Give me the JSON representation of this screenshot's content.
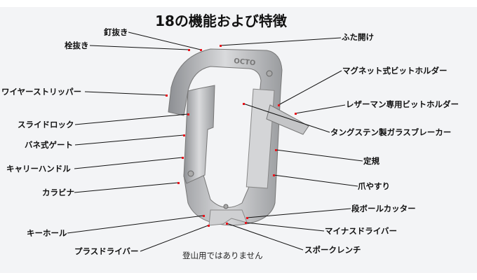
{
  "title": "18の機能および特徴",
  "note": "登山用ではありません",
  "brand": "OCTO",
  "labels": {
    "nail_puller": "釘抜き",
    "bottle_opener": "栓抜き",
    "lid_opener": "ふた開け",
    "magnetic_bit_holder": "マグネット式ビットホルダー",
    "leatherman_bit_holder": "レザーマン専用ビットホルダー",
    "glass_breaker": "タングステン製ガラスブレーカー",
    "wire_stripper": "ワイヤーストリッパー",
    "slide_lock": "スライドロック",
    "spring_gate": "バネ式ゲート",
    "carry_handle": "キャリーハンドル",
    "ruler": "定規",
    "nail_file": "爪やすり",
    "carabiner": "カラビナ",
    "box_cutter": "段ボールカッター",
    "key_hole": "キーホール",
    "flat_screwdriver": "マイナスドライバー",
    "phillips_screwdriver": "プラスドライバー",
    "spoke_wrench": "スポークレンチ"
  },
  "colors": {
    "dot": "#e8141c",
    "line": "#111111",
    "background": "#f3f4f6"
  }
}
